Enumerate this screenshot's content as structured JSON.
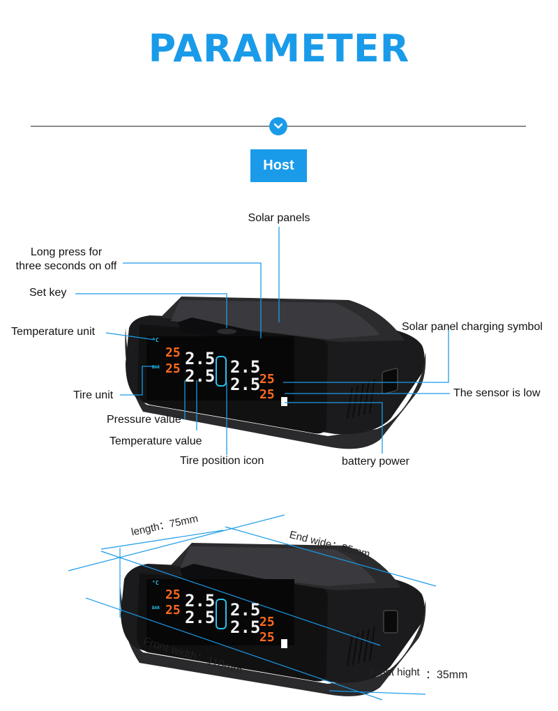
{
  "colors": {
    "accent": "#1a9be9",
    "device_body": "#1b1b1d",
    "device_side": "#2a2a2c",
    "display_bg": "#070707",
    "digit_orange": "#ff6a1f",
    "digit_white": "#f2f2f2",
    "digit_cyan": "#27c3f0"
  },
  "header": {
    "title": "PARAMETER",
    "chevron_icon": "chevron-down-icon",
    "host_label": "Host"
  },
  "annotations": {
    "solar_panels": "Solar panels",
    "long_press_line1": "Long press for",
    "long_press_line2": "three seconds on off",
    "set_key": "Set key",
    "temperature_unit": "Temperature unit",
    "tire_unit": "Tire unit",
    "pressure_value": "Pressure value",
    "temperature_value": "Temperature value",
    "tire_position_icon": "Tire position icon",
    "solar_charging_symbol": "Solar panel charging symbol",
    "sensor_low": "The sensor is low",
    "battery_power": "battery power"
  },
  "display": {
    "temp_unit_symbol": "°C",
    "tire_unit_symbol": "BAR",
    "temp_reading": "25",
    "pressure_reading": "2.5"
  },
  "dimensions": {
    "length": "length：75mm",
    "end_wide": "End wide：85mm",
    "front_width": "Front width：110mm",
    "front_hight_label": "Front hight",
    "front_hight_value": "：35mm"
  }
}
